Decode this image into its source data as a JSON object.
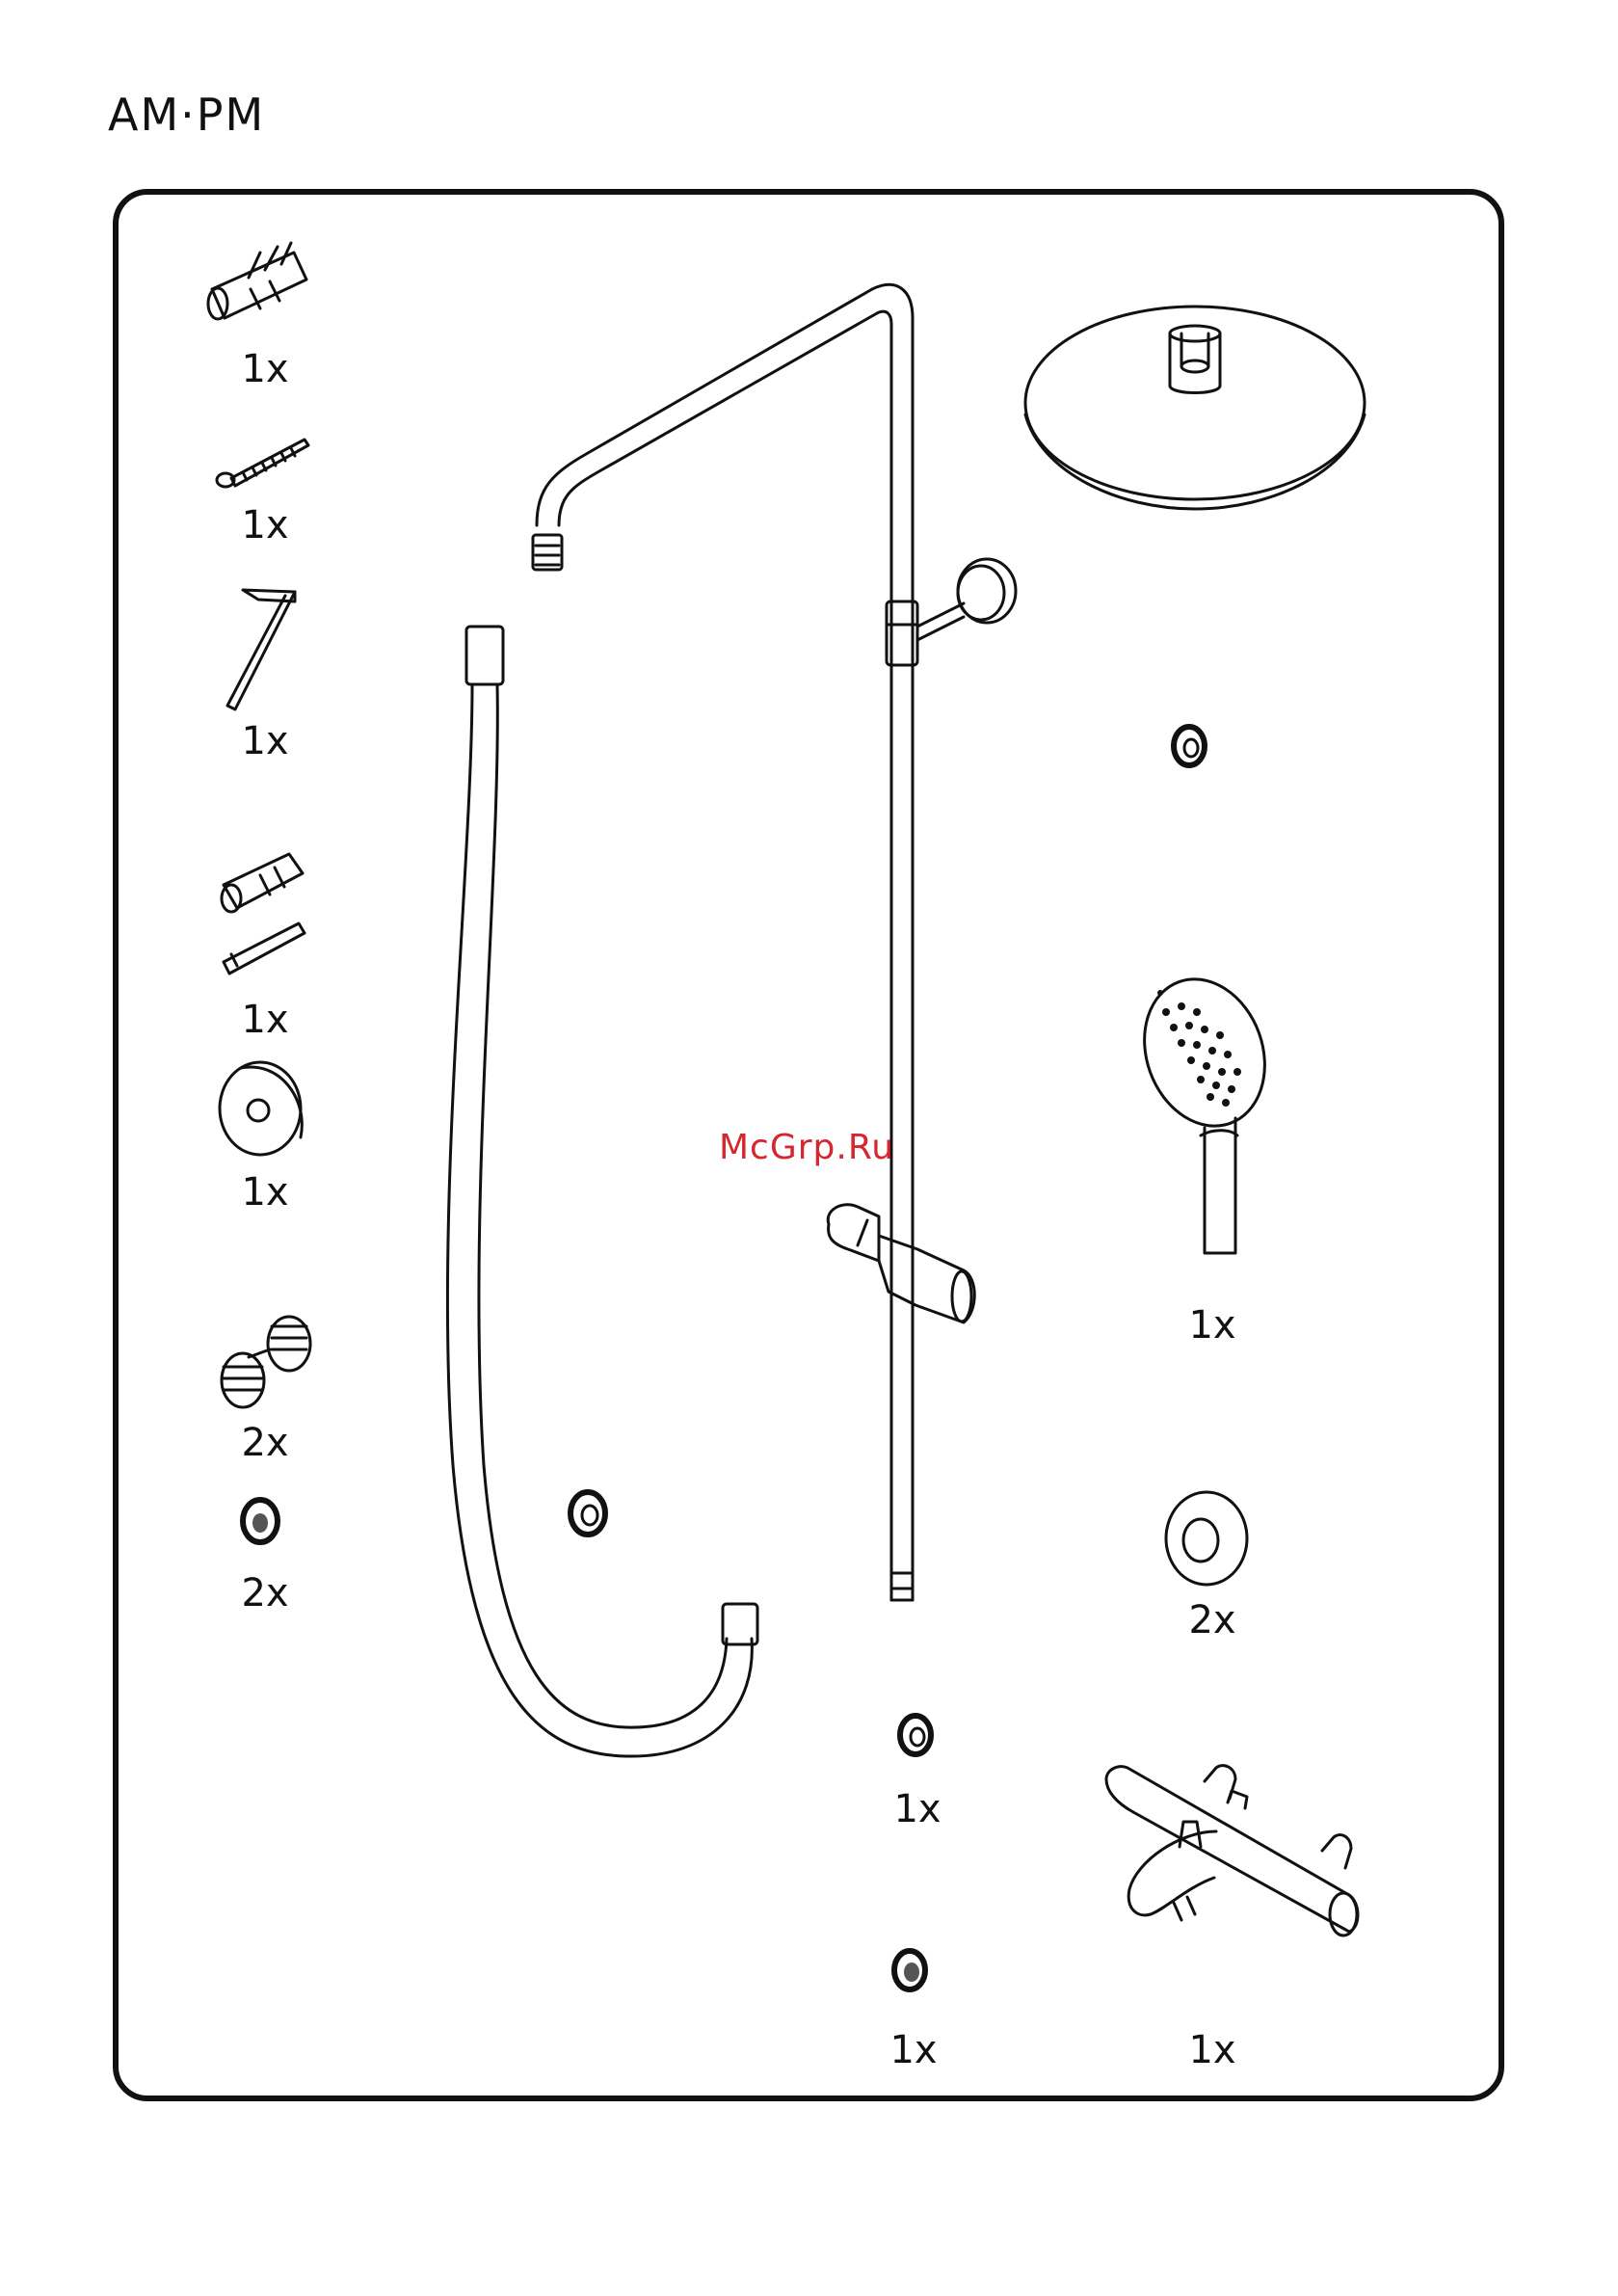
{
  "brand": "AM·PM",
  "watermark": "McGrp.Ru",
  "parts": [
    {
      "icon": "wall-plug-icon",
      "qty": "1x"
    },
    {
      "icon": "screw-icon",
      "qty": "1x"
    },
    {
      "icon": "hex-key-icon",
      "qty": "1x"
    },
    {
      "icon": "extension-connector-icon",
      "qty": "1x"
    },
    {
      "icon": "wall-flange-icon",
      "qty": "1x"
    },
    {
      "icon": "eccentric-fitting-icon",
      "qty": "2x"
    },
    {
      "icon": "filter-washer-icon",
      "qty": "2x"
    },
    {
      "icon": "hand-shower-icon",
      "qty": "1x"
    },
    {
      "icon": "decorative-cap-icon",
      "qty": "2x"
    },
    {
      "icon": "gasket-icon",
      "qty": "1x"
    },
    {
      "icon": "filter-gasket-icon",
      "qty": "1x"
    },
    {
      "icon": "thermostatic-mixer-icon",
      "qty": "1x"
    }
  ]
}
